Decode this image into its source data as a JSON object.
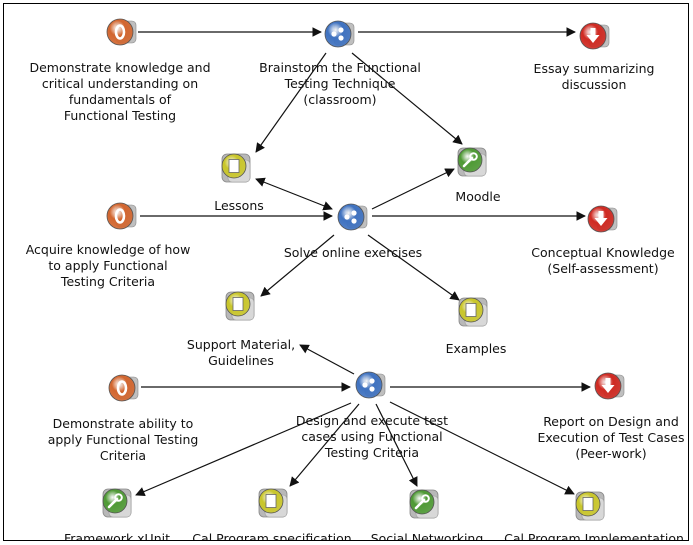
{
  "nodes": {
    "obj1": {
      "label": "Demonstrate knowledge and\ncritical understanding on\nfundamentals of\nFunctional Testing",
      "kind": "objective"
    },
    "act1": {
      "label": "Brainstorm the Functional\nTesting Technique\n(classroom)",
      "kind": "activity"
    },
    "eval1": {
      "label": "Essay summarizing\ndiscussion",
      "kind": "evaluation"
    },
    "lessons": {
      "label": "Lessons",
      "kind": "content"
    },
    "moodle": {
      "label": "Moodle",
      "kind": "tool"
    },
    "obj2": {
      "label": "Acquire knowledge of how\nto apply Functional\nTesting Criteria",
      "kind": "objective"
    },
    "act2": {
      "label": "Solve online exercises",
      "kind": "activity"
    },
    "eval2": {
      "label": "Conceptual Knowledge\n(Self-assessment)",
      "kind": "evaluation"
    },
    "support": {
      "label": "Support Material,\nGuidelines",
      "kind": "content"
    },
    "examples": {
      "label": "Examples",
      "kind": "content"
    },
    "obj3": {
      "label": "Demonstrate ability to\napply Functional Testing\nCriteria",
      "kind": "objective"
    },
    "act3": {
      "label": "Design and execute test\ncases using Functional\nTesting Criteria",
      "kind": "activity"
    },
    "eval3": {
      "label": "Report on Design and\nExecution of Test Cases\n(Peer-work)",
      "kind": "evaluation"
    },
    "xunit": {
      "label": "Framework xUnit",
      "kind": "tool"
    },
    "calspec": {
      "label": "Cal Program specification",
      "kind": "content"
    },
    "social": {
      "label": "Social Networking",
      "kind": "tool"
    },
    "calimpl": {
      "label": "Cal Program Implementation",
      "kind": "content"
    }
  },
  "edges": [
    {
      "from": "obj1",
      "to": "act1"
    },
    {
      "from": "act1",
      "to": "eval1"
    },
    {
      "from": "act1",
      "to": "lessons"
    },
    {
      "from": "act1",
      "to": "moodle"
    },
    {
      "from": "obj2",
      "to": "act2"
    },
    {
      "from": "act2",
      "to": "eval2"
    },
    {
      "from": "act2",
      "to": "lessons"
    },
    {
      "from": "act2",
      "to": "moodle"
    },
    {
      "from": "act2",
      "to": "support"
    },
    {
      "from": "act2",
      "to": "examples"
    },
    {
      "from": "obj3",
      "to": "act3"
    },
    {
      "from": "act3",
      "to": "eval3"
    },
    {
      "from": "act3",
      "to": "support"
    },
    {
      "from": "act3",
      "to": "xunit"
    },
    {
      "from": "act3",
      "to": "calspec"
    },
    {
      "from": "act3",
      "to": "social"
    },
    {
      "from": "act3",
      "to": "calimpl"
    }
  ],
  "colors": {
    "objective": "#d2662f",
    "activity": "#3f72c0",
    "evaluation": "#cf2a22",
    "content": "#c9c62a",
    "tool": "#4f9a35",
    "edge": "#111111"
  },
  "icon_names": {
    "objective": "objective-o-icon",
    "activity": "activity-dots-icon",
    "evaluation": "evaluation-down-arrow-icon",
    "content": "content-page-icon",
    "tool": "tool-wrench-icon"
  }
}
